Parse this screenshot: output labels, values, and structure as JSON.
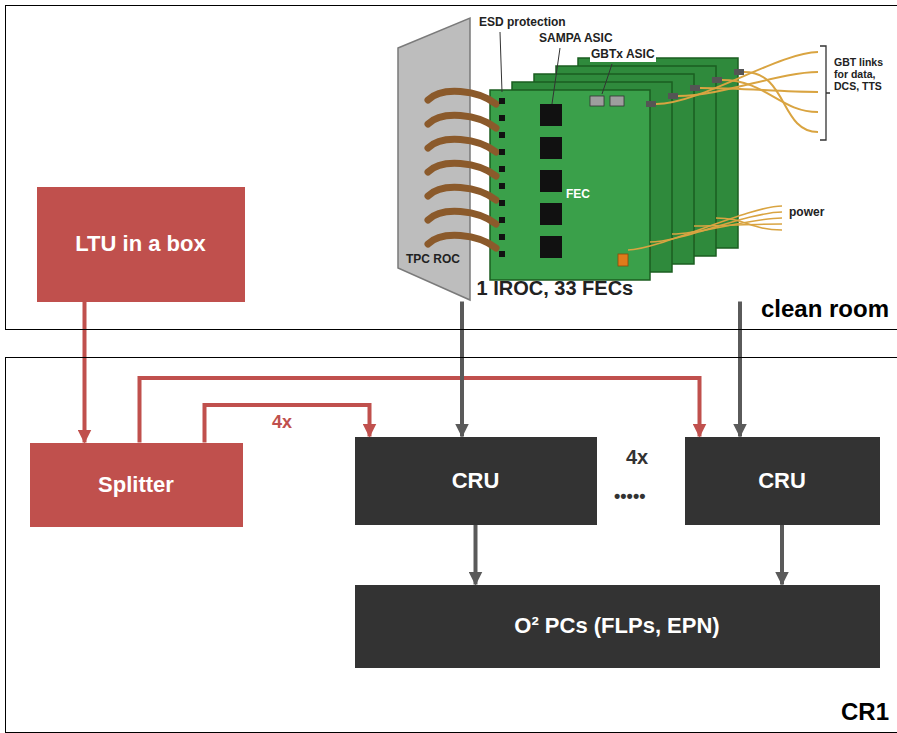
{
  "diagram": {
    "nodes": [
      {
        "text": [
          "clean room"
        ]
      },
      {
        "text": [
          "CR1"
        ]
      },
      {
        "text": [
          "LTU in a box"
        ],
        "in": 0
      },
      {
        "text": [
          "1 IROC, 33 FECs"
        ],
        "in": 0
      },
      {
        "text": [
          "Splitter"
        ],
        "in": 1
      },
      {
        "text": [
          "CRU"
        ],
        "in": 1
      },
      {
        "text": [
          "CRU"
        ],
        "in": 1
      },
      {
        "text": [
          "O² PCs (FLPs, EPN)"
        ],
        "in": 1
      }
    ],
    "edges": [
      {
        "from": 2,
        "to": 4,
        "arrow": "to"
      },
      {
        "from": 4,
        "to": 5,
        "label": "4x",
        "arrow": "to"
      },
      {
        "from": 4,
        "to": 6,
        "arrow": "to"
      },
      {
        "from": 3,
        "to": 5,
        "arrow": "to"
      },
      {
        "from": 3,
        "to": 6,
        "arrow": "to"
      },
      {
        "from": 5,
        "to": 7,
        "arrow": "to"
      },
      {
        "from": 6,
        "to": 7,
        "arrow": "to"
      }
    ],
    "labels": [
      "ESD protection",
      "SAMPA ASIC",
      "GBTx ASIC",
      "FEC",
      "TPC ROC",
      "GBT links for data, DCS, TTS",
      "power",
      "4x",
      "•••••"
    ]
  }
}
